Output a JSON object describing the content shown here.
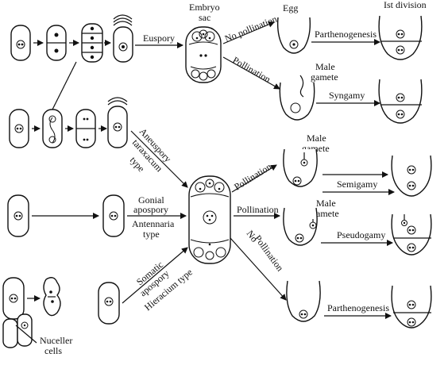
{
  "labels": {
    "embryo_sac_line1": "Embryo",
    "embryo_sac_line2": "sac",
    "egg": "Egg",
    "ist_division": "Ist division",
    "euspory": "Euspory",
    "no_pollination_top": "No pollination",
    "pollination_top": "Pollination",
    "parthenogenesis_top": "Parthenogenesis",
    "male_gamete_top_line1": "Male",
    "male_gamete_top_line2": "gamete",
    "syngamy": "Syngamy",
    "aneuspory_line1": "Aneuspory",
    "aneuspory_line2": "taraxacum",
    "aneuspory_line3": "type",
    "gonial_apospory_line1": "Gonial",
    "gonial_apospory_line2": "apospory",
    "antennaria_type": "Antennaria",
    "antennaria_type_line2": "type",
    "pollination_mid1": "Pollination",
    "male_gamete_mid1_line1": "Male",
    "male_gamete_mid1_line2": "gamete",
    "semigamy": "Semigamy",
    "pollination_mid2": "Pollination",
    "male_gamete_mid2_line1": "Male",
    "male_gamete_mid2_line2": "gamete",
    "pseudogamy": "Pseudogamy",
    "no_pollination_bottom_line1": "No",
    "no_pollination_bottom_line2": "Pollination",
    "somatic_apospory_line1": "Somatic",
    "somatic_apospory_line2": "apospory",
    "hieracium_type": "Hieracium type",
    "parthenogenesis_bottom": "Parthenogenesis",
    "nuceller_cells_line1": "Nuceller",
    "nuceller_cells_line2": "cells"
  }
}
